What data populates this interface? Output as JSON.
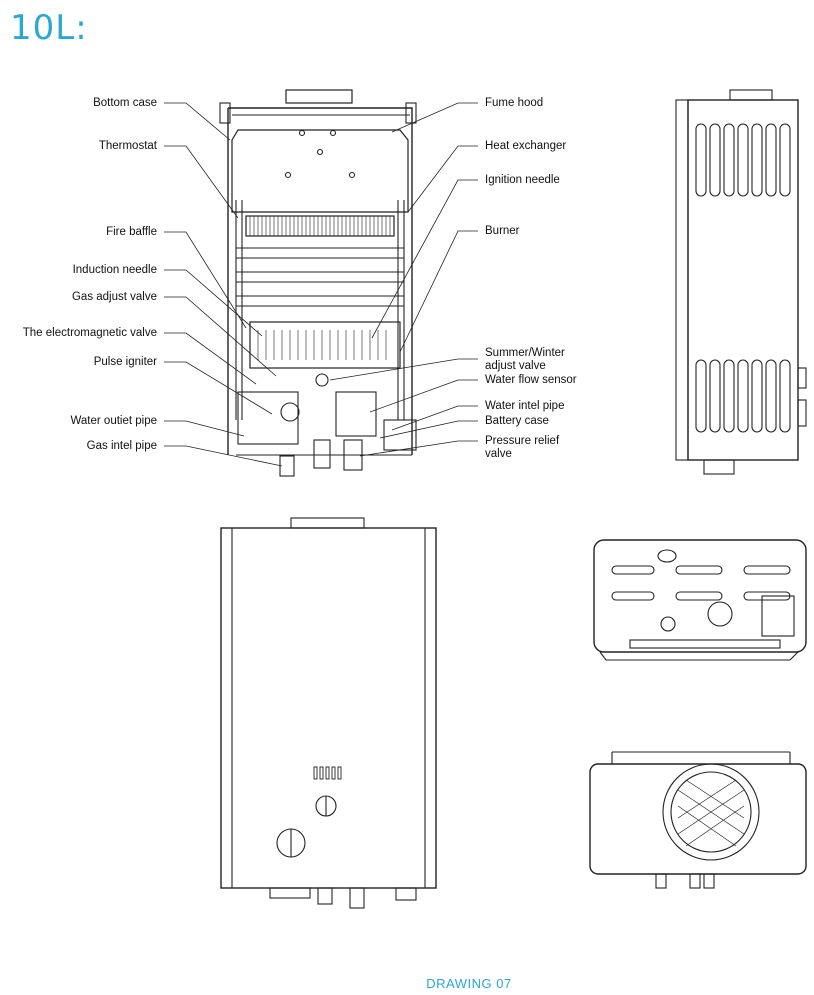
{
  "page": {
    "title": "10L:",
    "caption": "DRAWING 07"
  },
  "labels_left": [
    "Bottom case",
    "Thermostat",
    "Fire baffle",
    "Induction needle",
    "Gas adjust valve",
    "The electromagnetic valve",
    "Pulse igniter",
    "Water outiet pipe",
    "Gas intel pipe"
  ],
  "labels_right": [
    "Fume hood",
    "Heat exchanger",
    "Ignition needle",
    "Burner",
    "Summer/Winter",
    "adjust valve",
    "Water flow sensor",
    "Water intel pipe",
    "Battery case",
    "Pressure relief",
    "valve"
  ],
  "colors": {
    "title": "#29a8d6",
    "line": "#222222"
  }
}
